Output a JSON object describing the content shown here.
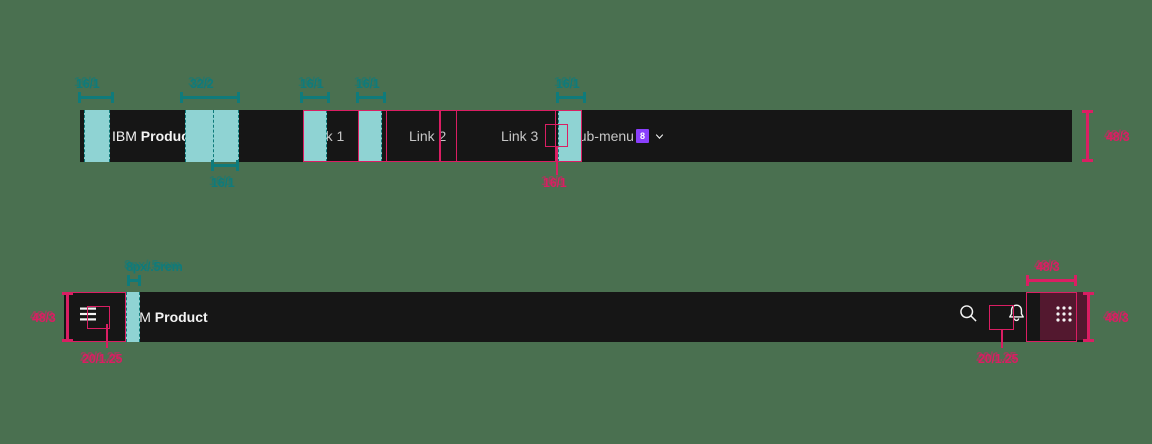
{
  "meta": {
    "background_color": "#4a7050",
    "navbar_color": "#161616",
    "spacer_color": "#8fd3d3",
    "annotation_teal": "#0f7b7b",
    "annotation_pink": "#da1e63",
    "badge_color": "#8a3ffc",
    "grid_button_color": "#53182f"
  },
  "header_top": {
    "brand": {
      "light": "IBM",
      "bold": "Product"
    },
    "links": [
      {
        "label": "Link 1"
      },
      {
        "label": "Link 2"
      },
      {
        "label": "Link 3"
      }
    ],
    "submenu": {
      "label": "Sub-menu",
      "badge": "8",
      "chevron_icon": "chevron-down-icon"
    },
    "annotations": {
      "left_pad": "16/1",
      "brand_gap": "32/2",
      "brand_gap_bottom": "16/1",
      "link1_gap": "16/1",
      "link2_gap": "16/1",
      "submenu_gap": "16/1",
      "chevron_pad": "16/1",
      "height": "48/3"
    }
  },
  "header_bottom": {
    "brand": {
      "light": "IBM",
      "bold": "Product"
    },
    "menu_icon": "hamburger-menu-icon",
    "actions": [
      {
        "icon": "search-icon",
        "name": "search-button"
      },
      {
        "icon": "notification-bell-icon",
        "name": "notifications-button"
      },
      {
        "icon": "app-switcher-grid-icon",
        "name": "app-switcher-button"
      }
    ],
    "annotations": {
      "brand_gap": "8px/.5rem",
      "brand_gap_ghost": "8px/.5rem",
      "menu_height": "48/3",
      "menu_icon_size": "20/1.25",
      "menu_icon_size_ghost": "20/1.25",
      "bell_icon_size": "20/1.25",
      "bell_icon_size_ghost": "20/1.25",
      "grid_width": "48/3",
      "grid_width_ghost": "48/3",
      "grid_height": "48/3",
      "grid_height_ghost": "48/3"
    }
  }
}
